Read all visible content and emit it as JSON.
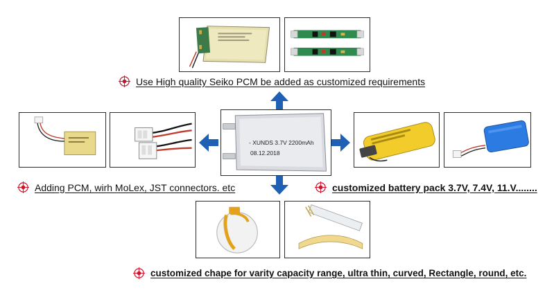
{
  "captions": {
    "top": "Use High quality Seiko PCM be added as customized requirements",
    "left": "Adding PCM, wirh MoLex, JST connectors. etc",
    "right": "customized battery pack 3.7V, 7.4V, 11.V........",
    "bottom": "customized chape for varity capacity range, ultra thin, curved, Rectangle, round, etc."
  },
  "center_cell": {
    "brand_line": "- XUNDS  3.7V  2200mAh",
    "date_line": "08.12.2018"
  },
  "colors": {
    "arrow": "#1f5fb4",
    "bullet": "#d0122b",
    "cell_silver": "#d9dbe0",
    "pack_yellow": "#f2cc2a",
    "pack_blue": "#2c7be3",
    "pcb_green": "#2e8a4e"
  }
}
